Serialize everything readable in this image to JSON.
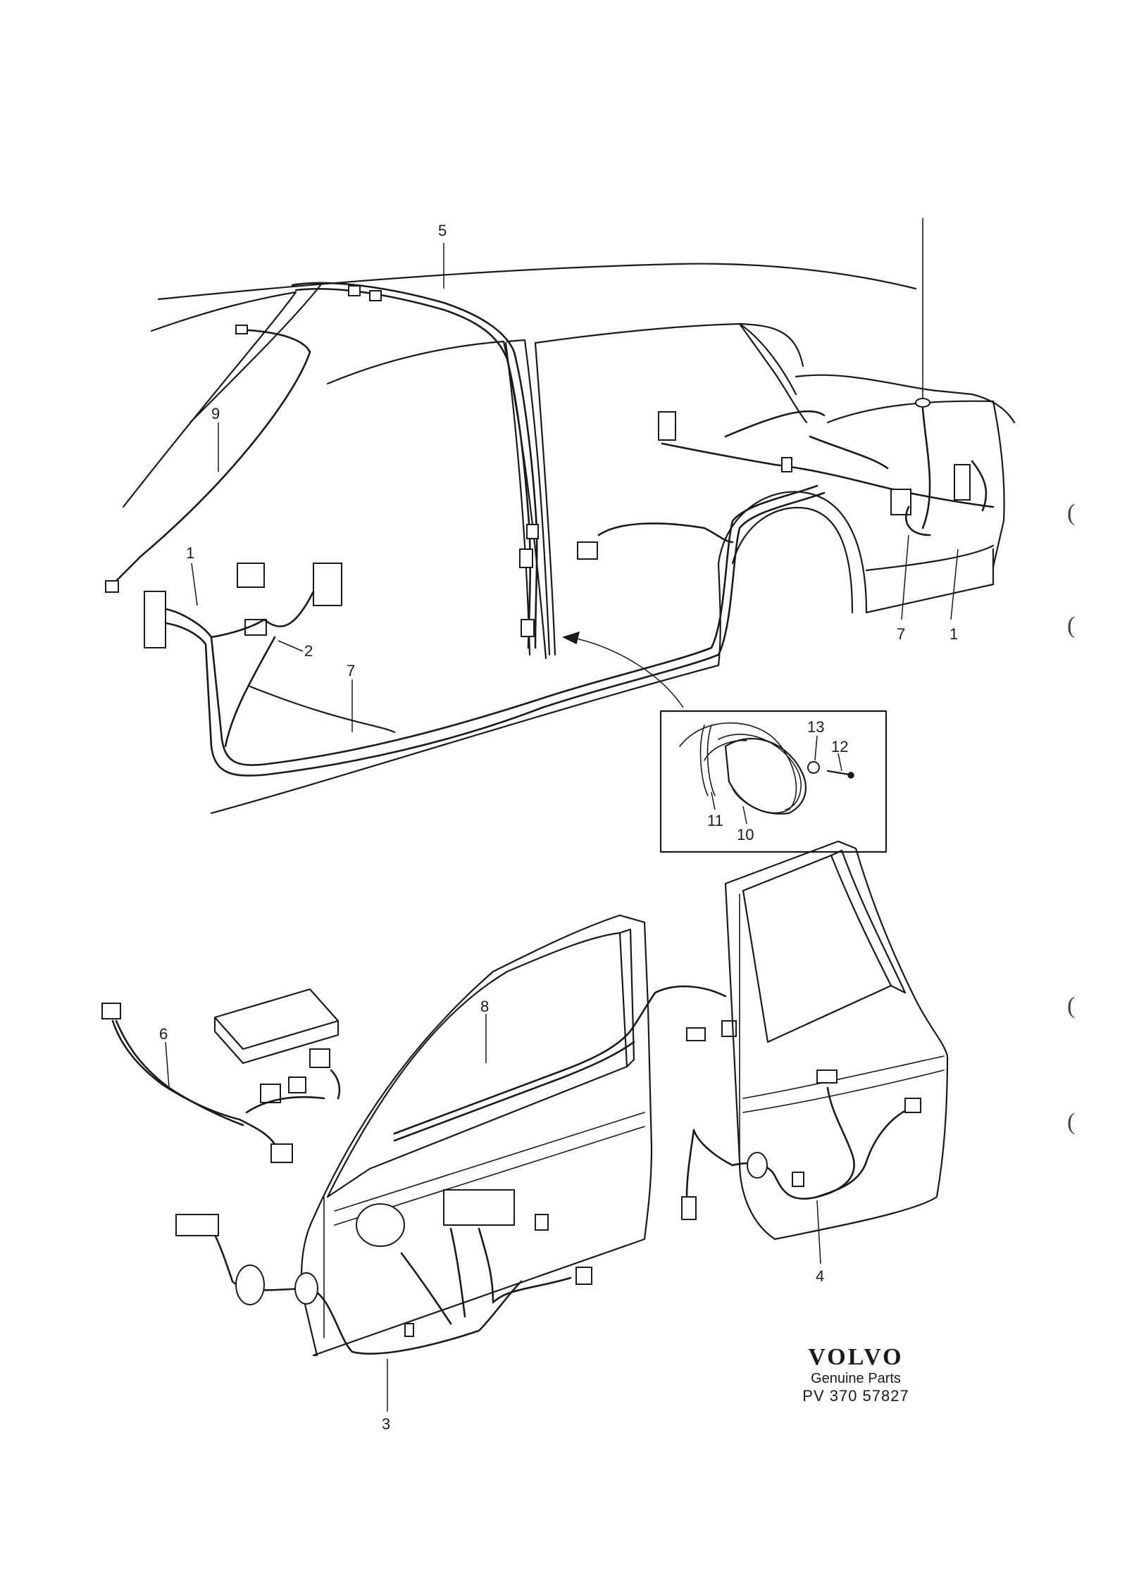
{
  "callouts": {
    "c1_left": "1",
    "c1_right": "1",
    "c2": "2",
    "c3": "3",
    "c4": "4",
    "c5": "5",
    "c6": "6",
    "c7_left": "7",
    "c7_right": "7",
    "c8": "8",
    "c9": "9",
    "c10": "10",
    "c11": "11",
    "c12": "12",
    "c13": "13"
  },
  "brand": {
    "logo": "VOLVO",
    "subtitle": "Genuine Parts",
    "code": "PV 370  57827"
  },
  "margin_marks": [
    "(",
    "(",
    "(",
    "("
  ]
}
